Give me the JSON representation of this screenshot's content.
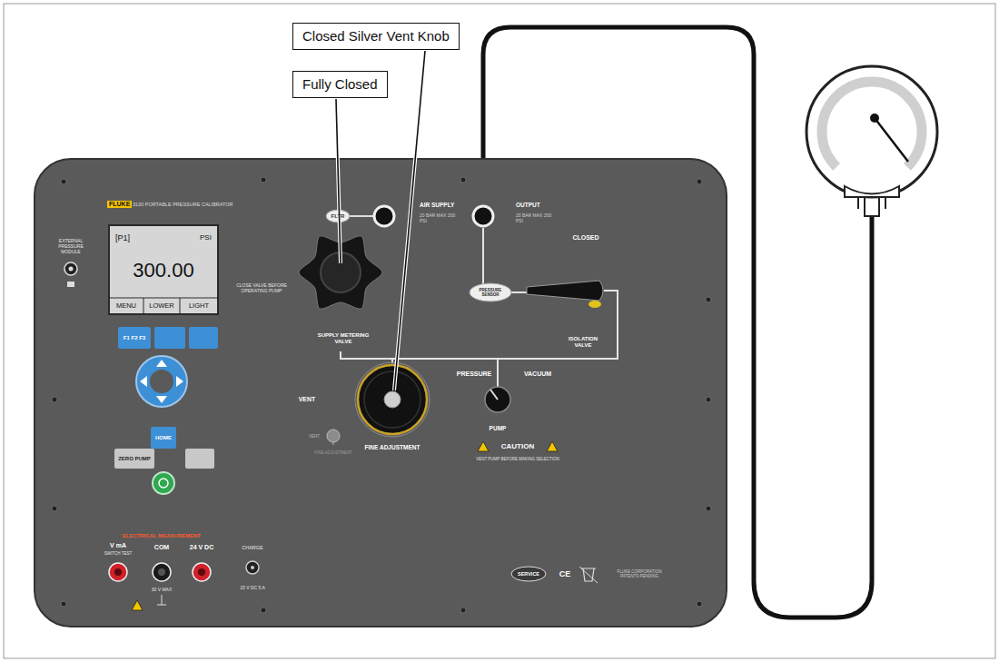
{
  "diagram": {
    "nodes": [
      {
        "text": [
          "Closed Silver Vent Knob"
        ]
      },
      {
        "text": [
          "Fully Closed"
        ]
      }
    ],
    "labels": [
      "FLUKE",
      "3130 PORTABLE PRESSURE CALIBRATOR",
      "EXTERNAL PRESSURE MODULE",
      "[P1]",
      "PSI",
      "300.00",
      "MENU",
      "LOWER",
      "LIGHT",
      "F1 F2 F3",
      "HOME",
      "ZERO PUMP",
      "ELECTRICAL MEASUREMENT",
      "V mA",
      "SWITCH TEST",
      "COM",
      "24 V DC",
      "30 V MAX",
      "FLTR",
      "AIR SUPPLY",
      "20 BAR MAX 300 PSI",
      "OUTPUT",
      "20 BAR MAX 300 PSI",
      "CLOSED",
      "CLOSE VALVE BEFORE OPERATING PUMP",
      "SUPPLY METERING VALVE",
      "PRESSURE SENSOR",
      "ISOLATION VALVE",
      "PRESSURE",
      "VACUUM",
      "VENT",
      "FINE ADJUSTMENT",
      "VENT",
      "FINE ADJUSTMENT",
      "PUMP",
      "CAUTION",
      "VENT PUMP BEFORE MAKING SELECTION",
      "CHARGE",
      "15 V DC 5 A",
      "SERVICE",
      "CE",
      "FLUKE CORPORATION PATENTS PENDING"
    ]
  }
}
